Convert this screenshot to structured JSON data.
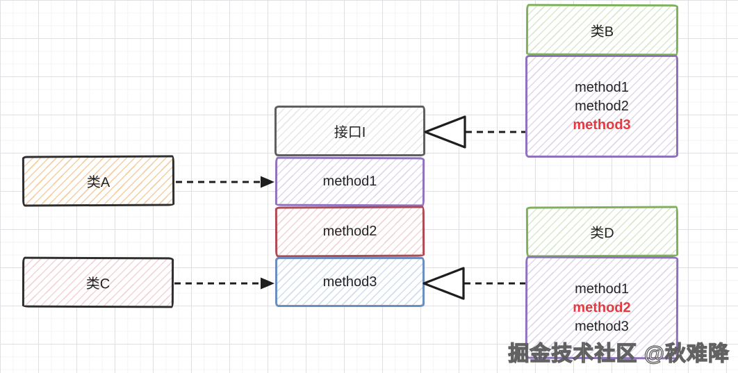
{
  "watermark": "掘金技术社区 @秋难降",
  "colors": {
    "green_border": "#7fb15b",
    "purple_border": "#8f72bd",
    "red_border": "#ad4a54",
    "blue_border": "#6c8ebf",
    "dark_border": "#2e2e2e",
    "gray_border": "#5f5f5f",
    "orange_hatch": "#eca655",
    "pink_hatch": "#e08c96",
    "highlight_text": "#e23a40",
    "text": "#222222"
  },
  "interface": {
    "title": "接口I",
    "methods": [
      "method1",
      "method2",
      "method3"
    ]
  },
  "class_a": {
    "label": "类A"
  },
  "class_c": {
    "label": "类C"
  },
  "class_b": {
    "title": "类B",
    "methods": [
      "method1",
      "method2",
      "method3"
    ],
    "highlighted_method": "method3"
  },
  "class_d": {
    "title": "类D",
    "methods": [
      "method1",
      "method2",
      "method3"
    ],
    "highlighted_method": "method2"
  }
}
